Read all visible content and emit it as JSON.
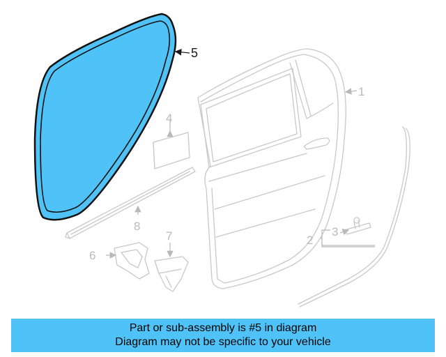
{
  "diagram": {
    "highlight_color": "#4fc3f7",
    "highlighted_part": "5",
    "callouts": {
      "c1": "1",
      "c2": "2",
      "c3": "3",
      "c4": "4",
      "c5": "5",
      "c6": "6",
      "c7": "7",
      "c8": "8"
    }
  },
  "caption": {
    "line1": "Part or sub-assembly is #5 in diagram",
    "line2": "Diagram may not be specific to your vehicle"
  }
}
